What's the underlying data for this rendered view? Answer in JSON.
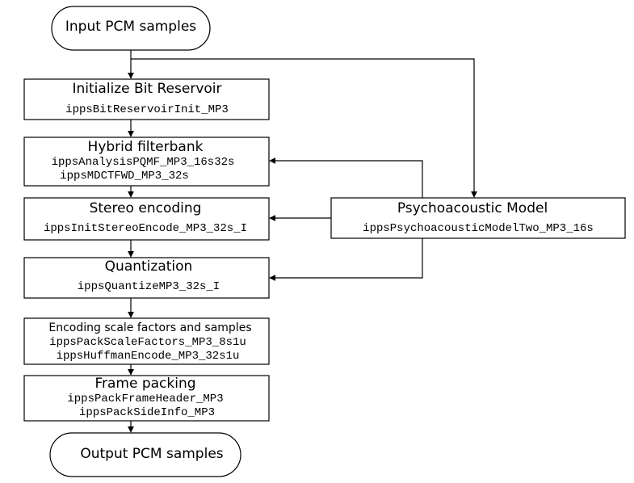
{
  "diagram": {
    "input": "Input PCM samples",
    "bit_reservoir": {
      "title": "Initialize Bit Reservoir",
      "fn": "ippsBitReservoirInit_MP3"
    },
    "filterbank": {
      "title": "Hybrid filterbank",
      "fn1": "ippsAnalysisPQMF_MP3_16s32s",
      "fn2": "ippsMDCTFWD_MP3_32s"
    },
    "stereo": {
      "title": "Stereo encoding",
      "fn": "ippsInitStereoEncode_MP3_32s_I"
    },
    "psycho": {
      "title": "Psychoacoustic Model",
      "fn": "ippsPsychoacousticModelTwo_MP3_16s"
    },
    "quant": {
      "title": "Quantization",
      "fn": "ippsQuantizeMP3_32s_I"
    },
    "encoding": {
      "title": "Encoding scale factors and samples",
      "fn1": "ippsPackScaleFactors_MP3_8s1u",
      "fn2": "ippsHuffmanEncode_MP3_32s1u"
    },
    "frame": {
      "title": "Frame packing",
      "fn1": "ippsPackFrameHeader_MP3",
      "fn2": "ippsPackSideInfo_MP3"
    },
    "output": "Output PCM samples"
  }
}
